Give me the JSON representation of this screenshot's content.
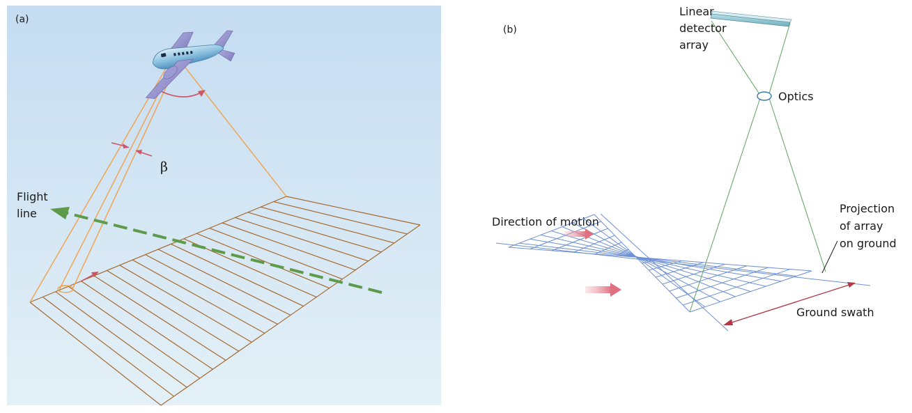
{
  "panel_a": {
    "label": "(a)",
    "beta_symbol": "β",
    "flight_line": [
      "Flight",
      "line"
    ]
  },
  "panel_b": {
    "label": "(b)",
    "detector": [
      "Linear",
      "detector",
      "array"
    ],
    "optics": "Optics",
    "direction": "Direction of motion",
    "projection": [
      "Projection",
      "of array",
      "on ground"
    ],
    "swath": "Ground swath"
  },
  "colors": {
    "sky_top": "#c5dcf1",
    "sky_bottom": "#e3f0f7",
    "scan_line": "#a6692e",
    "beam": "#f2a04a",
    "flight_arrow": "#5d9a4a",
    "red_arrow": "#cc5566",
    "grid_blue": "#6d8fd3",
    "optic_green": "#6aa86a",
    "swath_red": "#b03a4a"
  }
}
